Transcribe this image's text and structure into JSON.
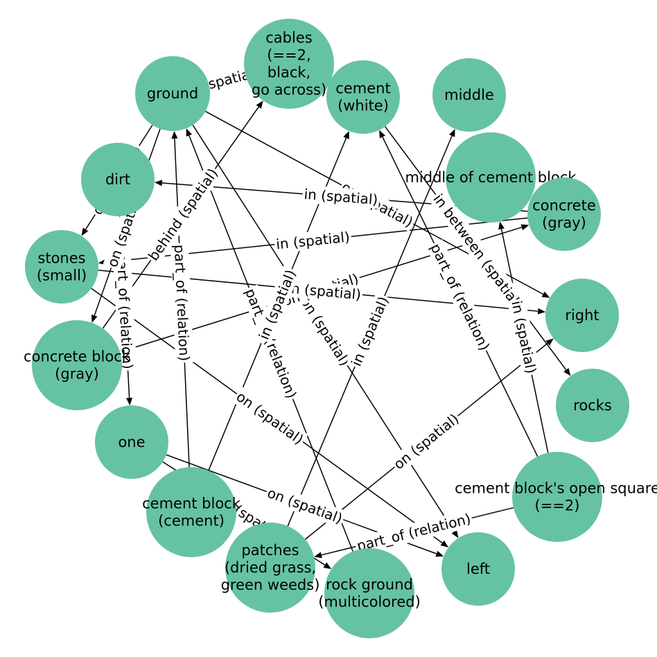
{
  "diagram": {
    "node_color": "#66c2a5",
    "nodes": [
      {
        "id": "cables",
        "label": [
          "cables",
          "(==2,",
          "black,",
          "go across)"
        ]
      },
      {
        "id": "ground",
        "label": [
          "ground"
        ]
      },
      {
        "id": "cement",
        "label": [
          "cement",
          "(white)"
        ]
      },
      {
        "id": "middle",
        "label": [
          "middle"
        ]
      },
      {
        "id": "dirt",
        "label": [
          "dirt"
        ]
      },
      {
        "id": "middle_block",
        "label": [
          "middle of cement block"
        ]
      },
      {
        "id": "concrete",
        "label": [
          "concrete",
          "(gray)"
        ]
      },
      {
        "id": "stones",
        "label": [
          "stones",
          "(small)"
        ]
      },
      {
        "id": "right",
        "label": [
          "right"
        ]
      },
      {
        "id": "concrete_block",
        "label": [
          "concrete block",
          "(gray)"
        ]
      },
      {
        "id": "rocks",
        "label": [
          "rocks"
        ]
      },
      {
        "id": "one",
        "label": [
          "one"
        ]
      },
      {
        "id": "open_square",
        "label": [
          "cement block's open square",
          "(==2)"
        ]
      },
      {
        "id": "cement_block",
        "label": [
          "cement block",
          "(cement)"
        ]
      },
      {
        "id": "patches",
        "label": [
          "patches",
          "(dried grass,",
          "green weeds)"
        ]
      },
      {
        "id": "rock_ground",
        "label": [
          "rock ground",
          "(multicolored)"
        ]
      },
      {
        "id": "left",
        "label": [
          "left"
        ]
      }
    ],
    "edges": [
      {
        "from": "concrete_block",
        "to": "cables",
        "label": "behind (spatial)"
      },
      {
        "from": "ground",
        "to": "cables",
        "label": "(spatial)"
      },
      {
        "from": "ground",
        "to": "stones",
        "label": "on (spatial)"
      },
      {
        "from": "ground",
        "to": "right",
        "label": "on (spatial)"
      },
      {
        "from": "ground",
        "to": "left",
        "label": "on (spatial)"
      },
      {
        "from": "concrete",
        "to": "dirt",
        "label": "in (spatial)"
      },
      {
        "from": "concrete",
        "to": "stones",
        "label": "in (spatial)"
      },
      {
        "from": "concrete_block",
        "to": "concrete",
        "label": "on (spatial)"
      },
      {
        "from": "stones",
        "to": "right",
        "label": "on (spatial)"
      },
      {
        "from": "stones",
        "to": "left",
        "label": "on (spatial)"
      },
      {
        "from": "cement_block",
        "to": "ground",
        "label": "part_of (relation)"
      },
      {
        "from": "rock_ground",
        "to": "ground",
        "label": "part_of (relation)"
      },
      {
        "from": "open_square",
        "to": "cement",
        "label": "part_of (relation)"
      },
      {
        "from": "cement_block",
        "to": "cement",
        "label": "in (spatial)"
      },
      {
        "from": "patches",
        "to": "middle",
        "label": "in (spatial)"
      },
      {
        "from": "cement",
        "to": "rocks",
        "label": "in between (spatial)"
      },
      {
        "from": "open_square",
        "to": "middle_block",
        "label": "in (spatial)"
      },
      {
        "from": "patches",
        "to": "right",
        "label": "on (spatial)"
      },
      {
        "from": "one",
        "to": "rock_ground",
        "label": "on (spatial)"
      },
      {
        "from": "one",
        "to": "left",
        "label": "on (spatial)"
      },
      {
        "from": "open_square",
        "to": "patches",
        "label": "part_of (relation)"
      },
      {
        "from": "dirt",
        "to": "one",
        "label": "part_of (relation)"
      },
      {
        "from": "ground",
        "to": "concrete_block",
        "label": "on (spatial)"
      }
    ]
  }
}
